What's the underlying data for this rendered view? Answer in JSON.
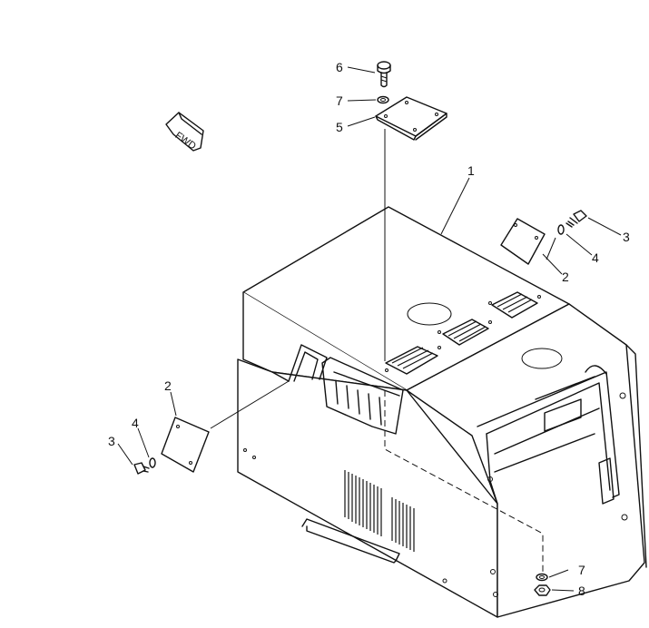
{
  "diagram": {
    "orientation_label": "FWD",
    "callouts": {
      "c1": "1",
      "c2_right": "2",
      "c2_left": "2",
      "c3_right": "3",
      "c3_left": "3",
      "c4_right": "4",
      "c4_left": "4",
      "c5": "5",
      "c6": "6",
      "c7_top": "7",
      "c7_bottom": "7",
      "c8": "8"
    }
  }
}
